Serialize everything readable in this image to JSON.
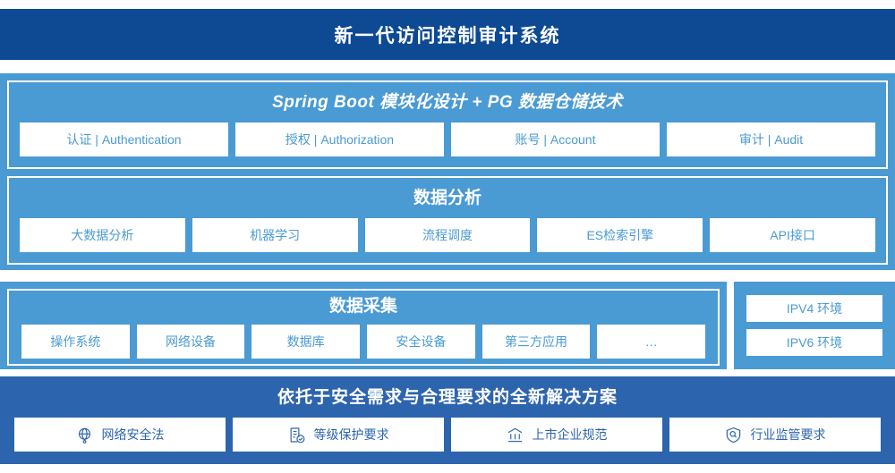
{
  "header": {
    "title": "新一代访问控制审计系统"
  },
  "colors": {
    "header_bg": "#0d4a93",
    "band_blue": "#4a9ad4",
    "bottom_blue": "#2d64ae",
    "card_bg": "#ffffff",
    "card_text": "#4a9ad4",
    "bottom_card_text": "#2d64ae"
  },
  "app_layer": {
    "groups": [
      {
        "title": "Spring Boot 模块化设计 + PG 数据仓储技术",
        "cards": [
          {
            "label": "认证 | Authentication"
          },
          {
            "label": "授权 | Authorization"
          },
          {
            "label": "账号 | Account"
          },
          {
            "label": "审计 | Audit"
          }
        ]
      },
      {
        "title": "数据分析",
        "cards": [
          {
            "label": "大数据分析"
          },
          {
            "label": "机器学习"
          },
          {
            "label": "流程调度"
          },
          {
            "label": "ES检索引擎"
          },
          {
            "label": "API接口"
          }
        ]
      }
    ]
  },
  "collect_layer": {
    "title": "数据采集",
    "cards": [
      {
        "label": "操作系统"
      },
      {
        "label": "网络设备"
      },
      {
        "label": "数据库"
      },
      {
        "label": "安全设备"
      },
      {
        "label": "第三方应用"
      },
      {
        "label": "…"
      }
    ]
  },
  "environment": {
    "cards": [
      {
        "label": "IPV4 环境"
      },
      {
        "label": "IPV6 环境"
      }
    ]
  },
  "compliance_layer": {
    "title": "依托于安全需求与合理要求的全新解决方案",
    "cards": [
      {
        "label": "网络安全法",
        "icon": "globe-icon"
      },
      {
        "label": "等级保护要求",
        "icon": "document-check-icon"
      },
      {
        "label": "上市企业规范",
        "icon": "bank-icon"
      },
      {
        "label": "行业监管要求",
        "icon": "shield-search-icon"
      }
    ]
  }
}
